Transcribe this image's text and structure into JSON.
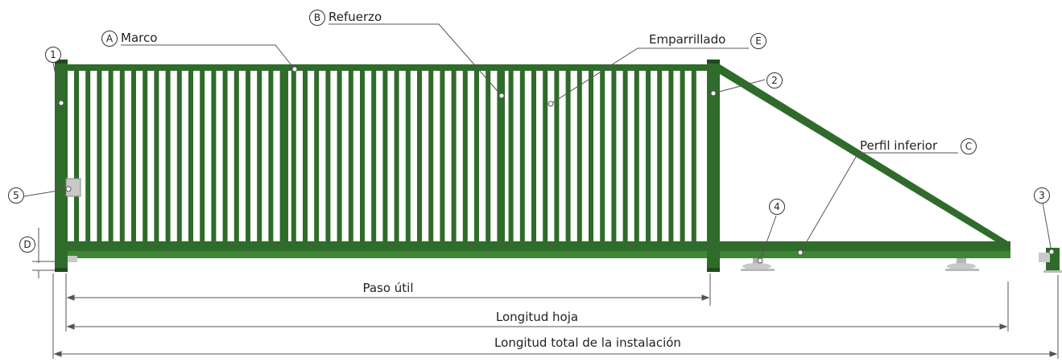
{
  "callouts": {
    "A": {
      "letter": "A",
      "text": "Marco"
    },
    "B": {
      "letter": "B",
      "text": "Refuerzo"
    },
    "C": {
      "letter": "C",
      "text": "Perfil inferior"
    },
    "D": {
      "letter": "D"
    },
    "E": {
      "letter": "E",
      "text": "Emparrillado"
    }
  },
  "parts": [
    "1",
    "2",
    "3",
    "4",
    "5"
  ],
  "dimensions": {
    "paso_util": "Paso útil",
    "longitud_hoja": "Longitud hoja",
    "longitud_total": "Longitud total de la instalación"
  },
  "colors": {
    "gate_green": "#2f6b2a",
    "gate_dark": "#1f4d1c",
    "gate_light": "#3f8536",
    "leader_line": "#555555",
    "hardware": "#c9c9c9"
  }
}
